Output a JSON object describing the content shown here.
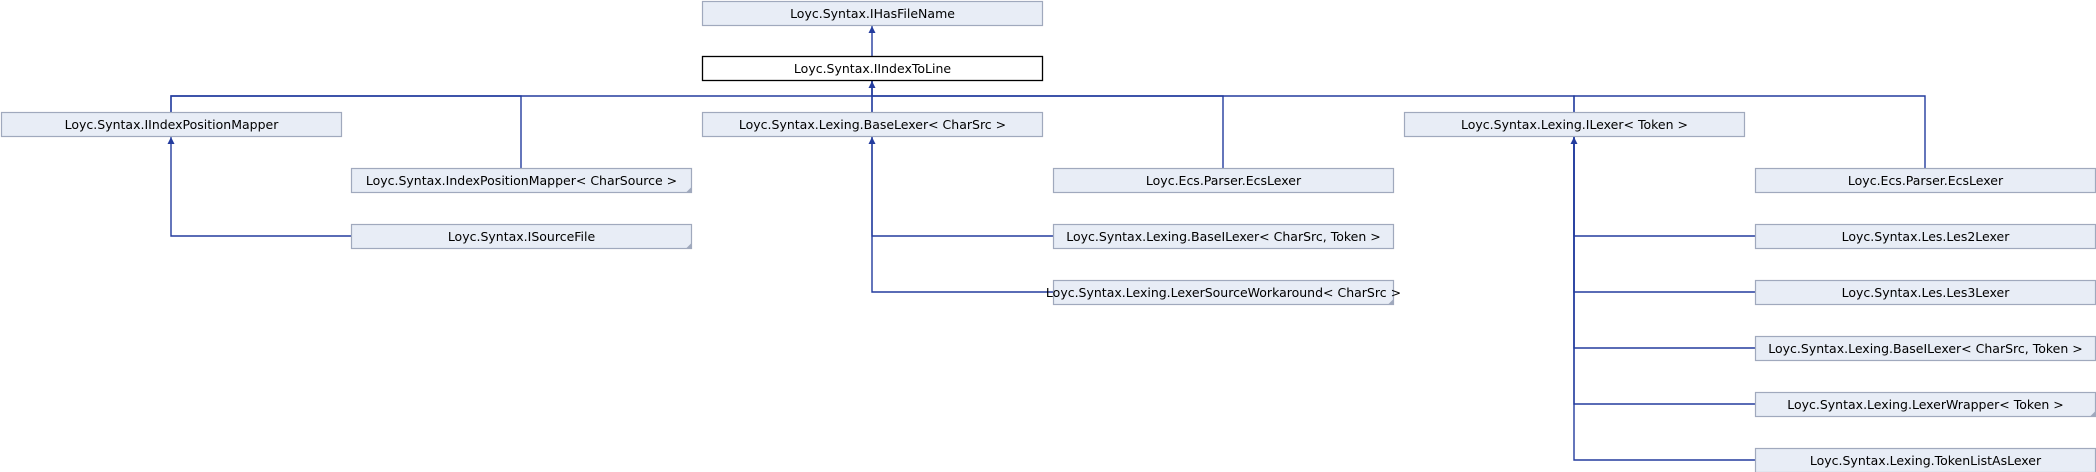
{
  "diagram": {
    "type": "class-inheritance-graph",
    "colors": {
      "node_fill": "#e8edf6",
      "node_border": "#a0a9bd",
      "current_fill": "#ffffff",
      "current_border": "#000000",
      "edge": "#233c9e"
    },
    "nodes": [
      {
        "id": "ihasfilename",
        "label": "Loyc.Syntax.IHasFileName"
      },
      {
        "id": "iindextoline",
        "label": "Loyc.Syntax.IIndexToLine",
        "current": true
      },
      {
        "id": "iindexpositionmapper",
        "label": "Loyc.Syntax.IIndexPositionMapper"
      },
      {
        "id": "baselexer",
        "label": "Loyc.Syntax.Lexing.BaseLexer< CharSrc >"
      },
      {
        "id": "ilexer",
        "label": "Loyc.Syntax.Lexing.ILexer< Token >"
      },
      {
        "id": "indexpositionmapper",
        "label": "Loyc.Syntax.IndexPositionMapper< CharSource >",
        "truncated": true
      },
      {
        "id": "isourcefile",
        "label": "Loyc.Syntax.ISourceFile",
        "truncated": true
      },
      {
        "id": "ecslexer1",
        "label": "Loyc.Ecs.Parser.EcsLexer"
      },
      {
        "id": "baseilexer1",
        "label": "Loyc.Syntax.Lexing.BaseILexer< CharSrc, Token >"
      },
      {
        "id": "lexersourceworkaround",
        "label": "Loyc.Syntax.Lexing.LexerSourceWorkaround< CharSrc >",
        "truncated": true
      },
      {
        "id": "ecslexer2",
        "label": "Loyc.Ecs.Parser.EcsLexer"
      },
      {
        "id": "les2lexer",
        "label": "Loyc.Syntax.Les.Les2Lexer"
      },
      {
        "id": "les3lexer",
        "label": "Loyc.Syntax.Les.Les3Lexer"
      },
      {
        "id": "baseilexer2",
        "label": "Loyc.Syntax.Lexing.BaseILexer< CharSrc, Token >"
      },
      {
        "id": "lexerwrapper",
        "label": "Loyc.Syntax.Lexing.LexerWrapper< Token >",
        "truncated": true
      },
      {
        "id": "tokenlistaslexer",
        "label": "Loyc.Syntax.Lexing.TokenListAsLexer"
      }
    ],
    "edges": [
      {
        "from": "iindextoline",
        "to": "ihasfilename"
      },
      {
        "from": "iindexpositionmapper",
        "to": "iindextoline"
      },
      {
        "from": "baselexer",
        "to": "iindextoline"
      },
      {
        "from": "ilexer",
        "to": "iindextoline"
      },
      {
        "from": "indexpositionmapper",
        "to": "iindexpositionmapper"
      },
      {
        "from": "isourcefile",
        "to": "iindexpositionmapper"
      },
      {
        "from": "ecslexer1",
        "to": "baselexer"
      },
      {
        "from": "baseilexer1",
        "to": "baselexer"
      },
      {
        "from": "lexersourceworkaround",
        "to": "baselexer"
      },
      {
        "from": "ecslexer2",
        "to": "ilexer"
      },
      {
        "from": "les2lexer",
        "to": "ilexer"
      },
      {
        "from": "les3lexer",
        "to": "ilexer"
      },
      {
        "from": "baseilexer2",
        "to": "ilexer"
      },
      {
        "from": "lexerwrapper",
        "to": "ilexer"
      },
      {
        "from": "tokenlistaslexer",
        "to": "ilexer"
      }
    ]
  }
}
